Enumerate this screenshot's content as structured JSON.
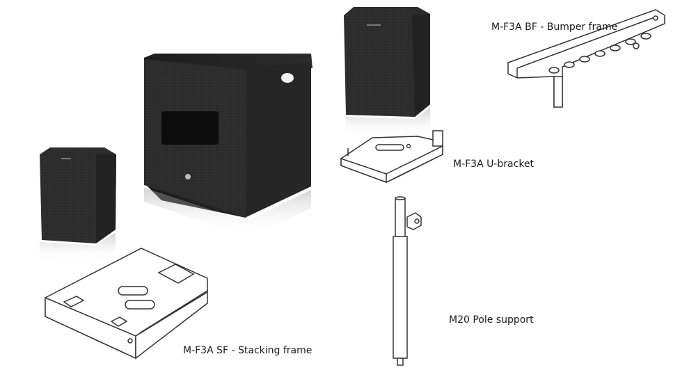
{
  "labels": {
    "bumper_frame": "M-F3A BF - Bumper frame",
    "u_bracket": "M-F3A U-bracket",
    "pole_support": "M20 Pole support",
    "stacking_frame": "M-F3A SF - Stacking frame"
  },
  "colors": {
    "background": "#ffffff",
    "speaker_body": "#2a2a2a",
    "speaker_grille": "#333333",
    "line_art": "#333333"
  }
}
